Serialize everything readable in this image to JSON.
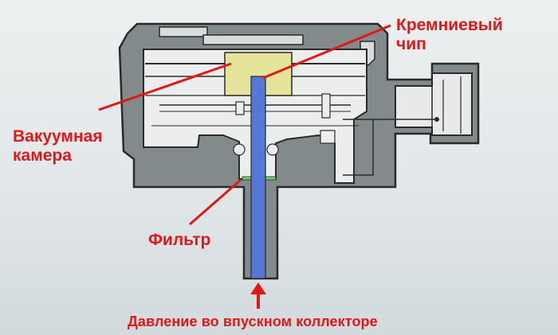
{
  "labels": {
    "chip_line1": "Кремниевый",
    "chip_line2": "чип",
    "vacuum_line1": "Вакуумная",
    "vacuum_line2": "камера",
    "filter": "Фильтр",
    "pressure": "Давление во впускном коллекторе"
  },
  "colors": {
    "label": "#e01818",
    "housing": "#838a8c",
    "chip": "#e6e39a",
    "tube": "#5578d6",
    "filter": "#6fcf73"
  }
}
